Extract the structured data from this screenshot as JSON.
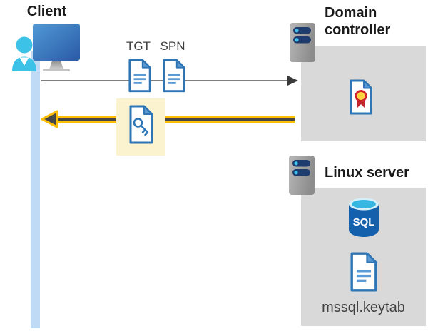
{
  "client": {
    "label": "Client"
  },
  "tickets": {
    "tgt_label": "TGT",
    "spn_label": "SPN"
  },
  "domain_controller": {
    "label": "Domain controller"
  },
  "linux_server": {
    "label": "Linux server",
    "sql_icon_text": "SQL",
    "keytab_file": "mssql.keytab"
  },
  "icons": [
    "client-user-monitor-icon",
    "server-rack-icon",
    "document-icon",
    "key-document-icon",
    "certificate-icon",
    "sql-database-icon",
    "arrow-right-gray",
    "arrow-left-yellow"
  ],
  "colors": {
    "arrow_yellow": "#FDBF00",
    "highlight_yellow": "#FBF3CF",
    "panel_gray": "#D9D9D9",
    "doc_border_blue": "#2E75B6",
    "doc_detail_blue": "#5B9BD5",
    "lifeline_blue": "#BFDAF4",
    "line_gray": "#7F7F7F",
    "arrowhead_dark": "#3A3A3A",
    "server_bar_navy": "#1E3C6E",
    "server_dot_cyan": "#3FC0EA",
    "sql_body_blue": "#1460AD",
    "sql_top_cyan": "#35B7E2",
    "cert_seal_yellow": "#FFD53F",
    "cert_seal_red": "#C4242C",
    "person_cyan": "#3CC1E7",
    "text_dark": "#404040"
  }
}
